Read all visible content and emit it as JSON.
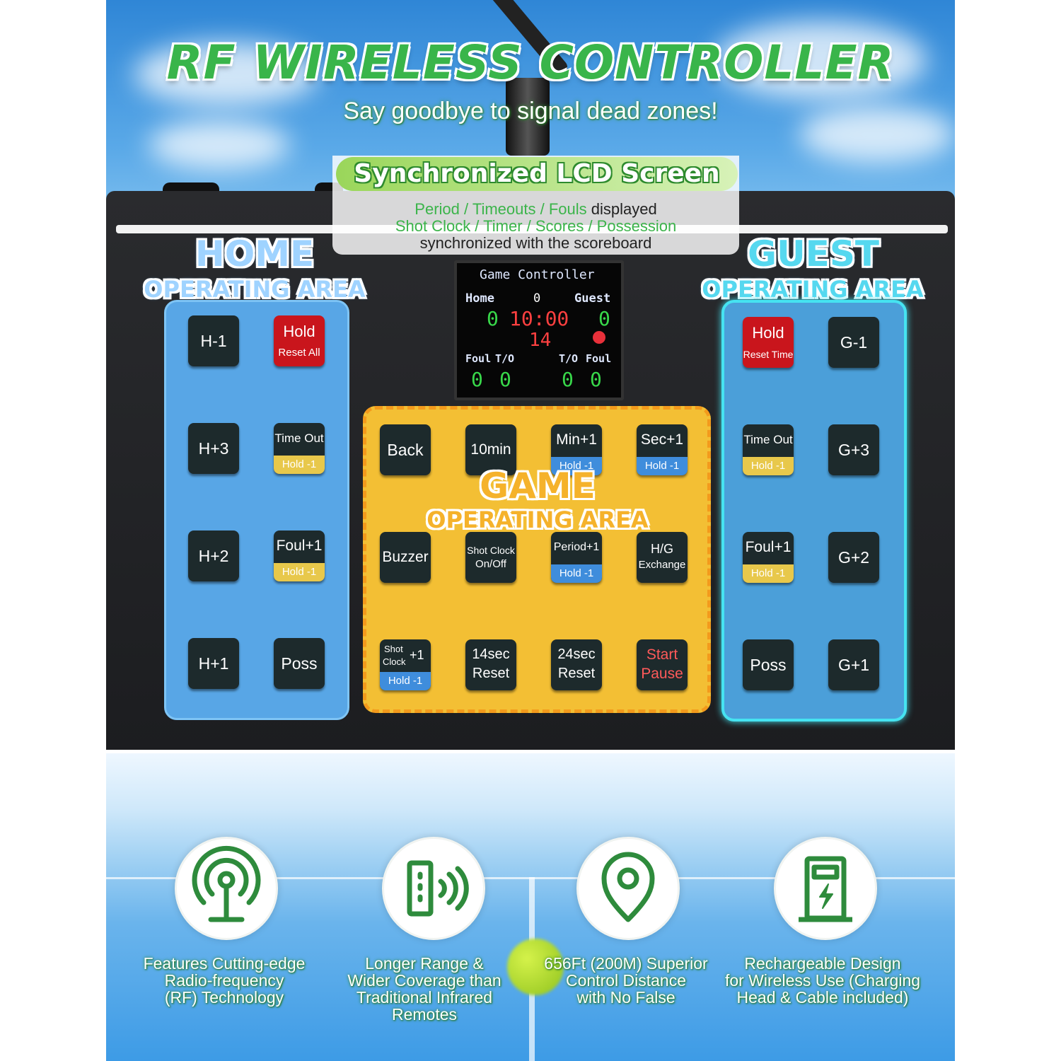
{
  "headline": {
    "title": "RF WIRELESS CONTROLLER",
    "subtitle": "Say goodbye to signal dead zones!"
  },
  "lcd_callout": {
    "heading": "Synchronized LCD Screen",
    "line1_green": "Period / Timeouts / Fouls",
    "line1_black": " displayed",
    "line2": "Shot Clock / Timer / Scores / Possession",
    "line3": "synchronized with the scoreboard"
  },
  "home_area": {
    "title": "HOME",
    "subtitle": "OPERATING AREA",
    "buttons": {
      "h_minus_1": "H-1",
      "hold_main": "Hold",
      "hold_sub": "Reset All",
      "h_plus_3": "H+3",
      "timeout_main": "Time Out",
      "timeout_sub": "Hold -1",
      "h_plus_2": "H+2",
      "foul_main": "Foul+1",
      "foul_sub": "Hold -1",
      "h_plus_1": "H+1",
      "poss": "Poss"
    }
  },
  "guest_area": {
    "title": "GUEST",
    "subtitle": "OPERATING AREA",
    "buttons": {
      "hold_main": "Hold",
      "hold_sub": "Reset Time",
      "g_minus_1": "G-1",
      "timeout_main": "Time Out",
      "timeout_sub": "Hold -1",
      "g_plus_3": "G+3",
      "foul_main": "Foul+1",
      "foul_sub": "Hold -1",
      "g_plus_2": "G+2",
      "poss": "Poss",
      "g_plus_1": "G+1"
    }
  },
  "game_area": {
    "title": "GAME",
    "subtitle": "OPERATING AREA",
    "buttons": {
      "back": "Back",
      "ten_min": "10min",
      "min_main": "Min+1",
      "min_sub": "Hold -1",
      "sec_main": "Sec+1",
      "sec_sub": "Hold -1",
      "buzzer": "Buzzer",
      "shot_clock_l1": "Shot Clock",
      "shot_clock_l2": "On/Off",
      "period_main": "Period+1",
      "period_sub": "Hold -1",
      "hg_l1": "H/G",
      "hg_l2": "Exchange",
      "shot_plus_l1": "Shot",
      "shot_plus_l2": "Clock",
      "shot_plus_plus": "+1",
      "shot_plus_sub": "Hold -1",
      "reset14_l1": "14sec",
      "reset14_l2": "Reset",
      "reset24_l1": "24sec",
      "reset24_l2": "Reset",
      "start_l1": "Start",
      "start_l2": "Pause"
    }
  },
  "lcd_screen": {
    "title": "Game Controller",
    "home_label": "Home",
    "period": "0",
    "guest_label": "Guest",
    "home_score": "0",
    "timer": "10:00",
    "guest_score": "0",
    "shot_clock": "14",
    "foul_label_left": "Foul",
    "to_label_left": "T/O",
    "to_label_right": "T/O",
    "foul_label_right": "Foul",
    "home_fouls": "0",
    "home_timeouts": "0",
    "guest_timeouts": "0",
    "guest_fouls": "0",
    "possession_color": "#e8303a"
  },
  "features": [
    {
      "icon": "antenna-signal-icon",
      "text_l1": "Features Cutting-edge",
      "text_l2": "Radio-frequency",
      "text_l3": "(RF) Technology"
    },
    {
      "icon": "remote-wireless-icon",
      "text_l1": "Longer Range &",
      "text_l2": "Wider Coverage than",
      "text_l3": "Traditional Infrared Remotes"
    },
    {
      "icon": "location-pin-icon",
      "text_l1": "656Ft (200M) Superior",
      "text_l2": "Control Distance",
      "text_l3": "with No False"
    },
    {
      "icon": "charging-station-icon",
      "text_l1": "Rechargeable Design",
      "text_l2": "for Wireless Use (Charging",
      "text_l3": "Head & Cable included)"
    }
  ],
  "colors": {
    "accent_green": "#39b54a",
    "home_panel": "#58a6e6",
    "guest_glow": "#46e3f1",
    "game_panel": "#f3bf34",
    "red_button": "#c9151c"
  }
}
